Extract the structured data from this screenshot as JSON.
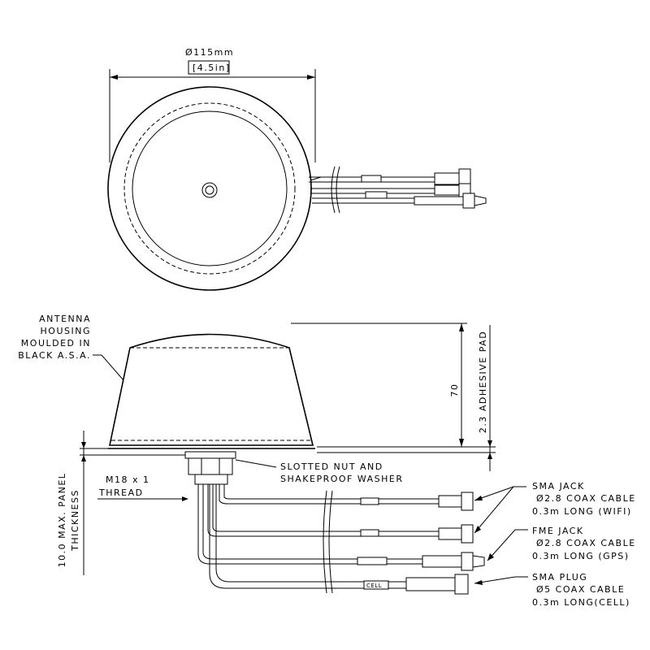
{
  "dims": {
    "diameter": "Ø115mm",
    "diameter_in": "[4.5in]",
    "height": "70",
    "adhesive_pad": "2.3 ADHESIVE PAD",
    "panel_line1": "10.0 MAX. PANEL",
    "panel_line2": "THICKNESS",
    "thread_line1": "M18 x 1",
    "thread_line2": "THREAD"
  },
  "labels": {
    "housing": [
      "ANTENNA",
      "HOUSING",
      "MOULDED IN",
      "BLACK A.S.A."
    ],
    "nut": [
      "SLOTTED NUT AND",
      "SHAKEPROOF WASHER"
    ],
    "connectors": [
      {
        "line1": "SMA JACK",
        "line2": "Ø2.8 COAX CABLE",
        "line3": "0.3m LONG (WIFI)"
      },
      {
        "line1": "FME JACK",
        "line2": "Ø2.8 COAX CABLE",
        "line3": "0.3m LONG (GPS)"
      },
      {
        "line1": "SMA PLUG",
        "line2": "Ø5 COAX CABLE",
        "line3": "0.3m LONG(CELL)"
      }
    ],
    "cell_tag": "CELL"
  }
}
